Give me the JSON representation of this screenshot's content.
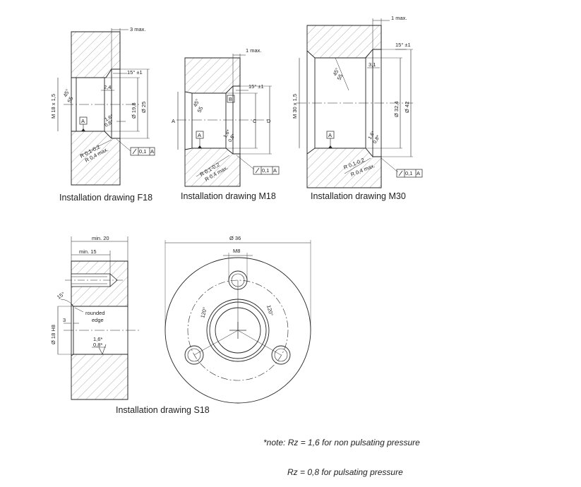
{
  "captions": {
    "f18": "Installation drawing F18",
    "m18": "Installation drawing M18",
    "m30": "Installation drawing M30",
    "s18": "Installation drawing S18"
  },
  "f18": {
    "max3": "3 max.",
    "angle15": "15° ±1",
    "thread": "M 18 x 1,5",
    "angle45": "45°",
    "len55": "55",
    "d24": "2,4",
    "dia198": "Ø 19,8",
    "dia25": "Ø 25",
    "datum": "A",
    "rz1": "1,6*",
    "rz2": "0,8*",
    "radius1": "R 0,1-0,2",
    "radius2": "R 0,4 max.",
    "tol": "0,1",
    "tol_ref": "A"
  },
  "m18": {
    "max1": "1 max.",
    "angle15": "15° ±1",
    "labelA": "A",
    "labelB": "B",
    "labelC": "C",
    "labelD": "D",
    "angle45": "45°",
    "len55": "55",
    "datum": "A",
    "rz1": "1,6*",
    "rz2": "0,8*",
    "radius1": "R 0,1-0,2",
    "radius2": "R 0,4 max.",
    "tol": "0,1",
    "tol_ref": "A"
  },
  "m30": {
    "max1": "1 max.",
    "angle15": "15° ±1",
    "thread": "M 30 x 1,5",
    "angle45": "45°",
    "len55": "55",
    "d31": "3,1",
    "dia324": "Ø 32,4",
    "dia42": "Ø 42",
    "datum": "A",
    "rz1": "1,6*",
    "rz2": "0,8*",
    "radius1": "R 0,1-0,2",
    "radius2": "R 0,4 max.",
    "tol": "0,1",
    "tol_ref": "A"
  },
  "s18side": {
    "min20": "min. 20",
    "min15": "min. 15",
    "angle15": "15°",
    "rounded1": "rounded",
    "rounded2": "edge",
    "d3": "3",
    "dia18": "Ø 18 H8",
    "rz1": "1,6*",
    "rz2": "0,8*"
  },
  "s18front": {
    "dia36": "Ø 36",
    "m8": "M8",
    "a120l": "120°",
    "a120r": "120°"
  },
  "note": {
    "line1": "*note: Rz = 1,6 for non pulsating pressure",
    "line2": "Rz = 0,8 for pulsating pressure"
  }
}
